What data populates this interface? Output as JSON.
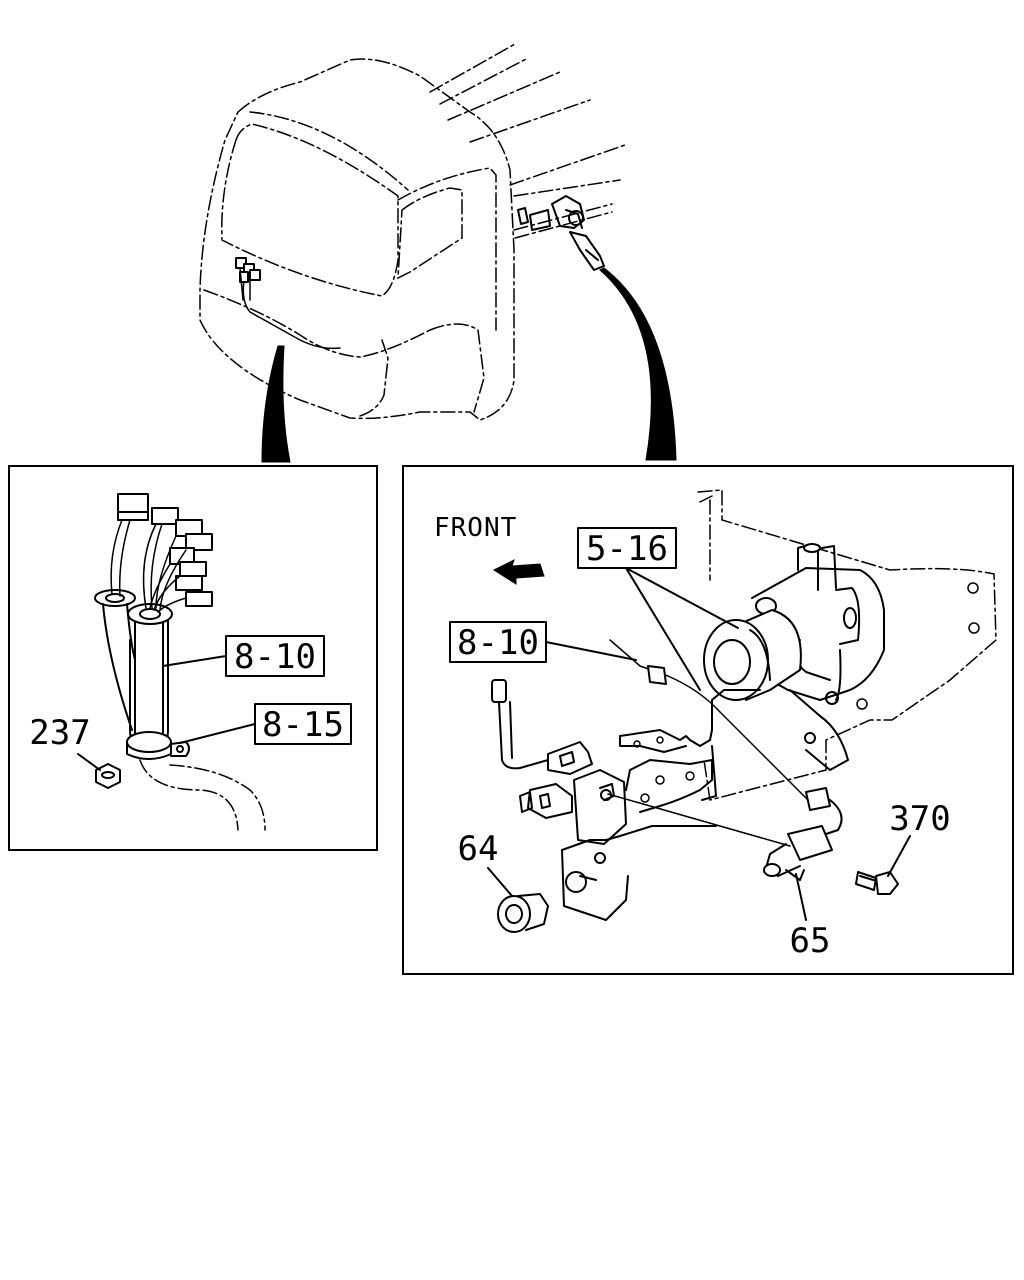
{
  "diagram": {
    "front_label": "FRONT",
    "left_panel": {
      "callouts": [
        {
          "id": "c-8-10-left",
          "text": "8-10",
          "boxed": true
        },
        {
          "id": "c-8-15",
          "text": "8-15",
          "boxed": true
        },
        {
          "id": "c-237",
          "text": "237",
          "boxed": false
        }
      ]
    },
    "right_panel": {
      "callouts": [
        {
          "id": "c-5-16",
          "text": "5-16",
          "boxed": true
        },
        {
          "id": "c-8-10-right",
          "text": "8-10",
          "boxed": true
        },
        {
          "id": "c-370",
          "text": "370",
          "boxed": false
        },
        {
          "id": "c-64",
          "text": "64",
          "boxed": false
        },
        {
          "id": "c-65",
          "text": "65",
          "boxed": false
        }
      ]
    }
  }
}
